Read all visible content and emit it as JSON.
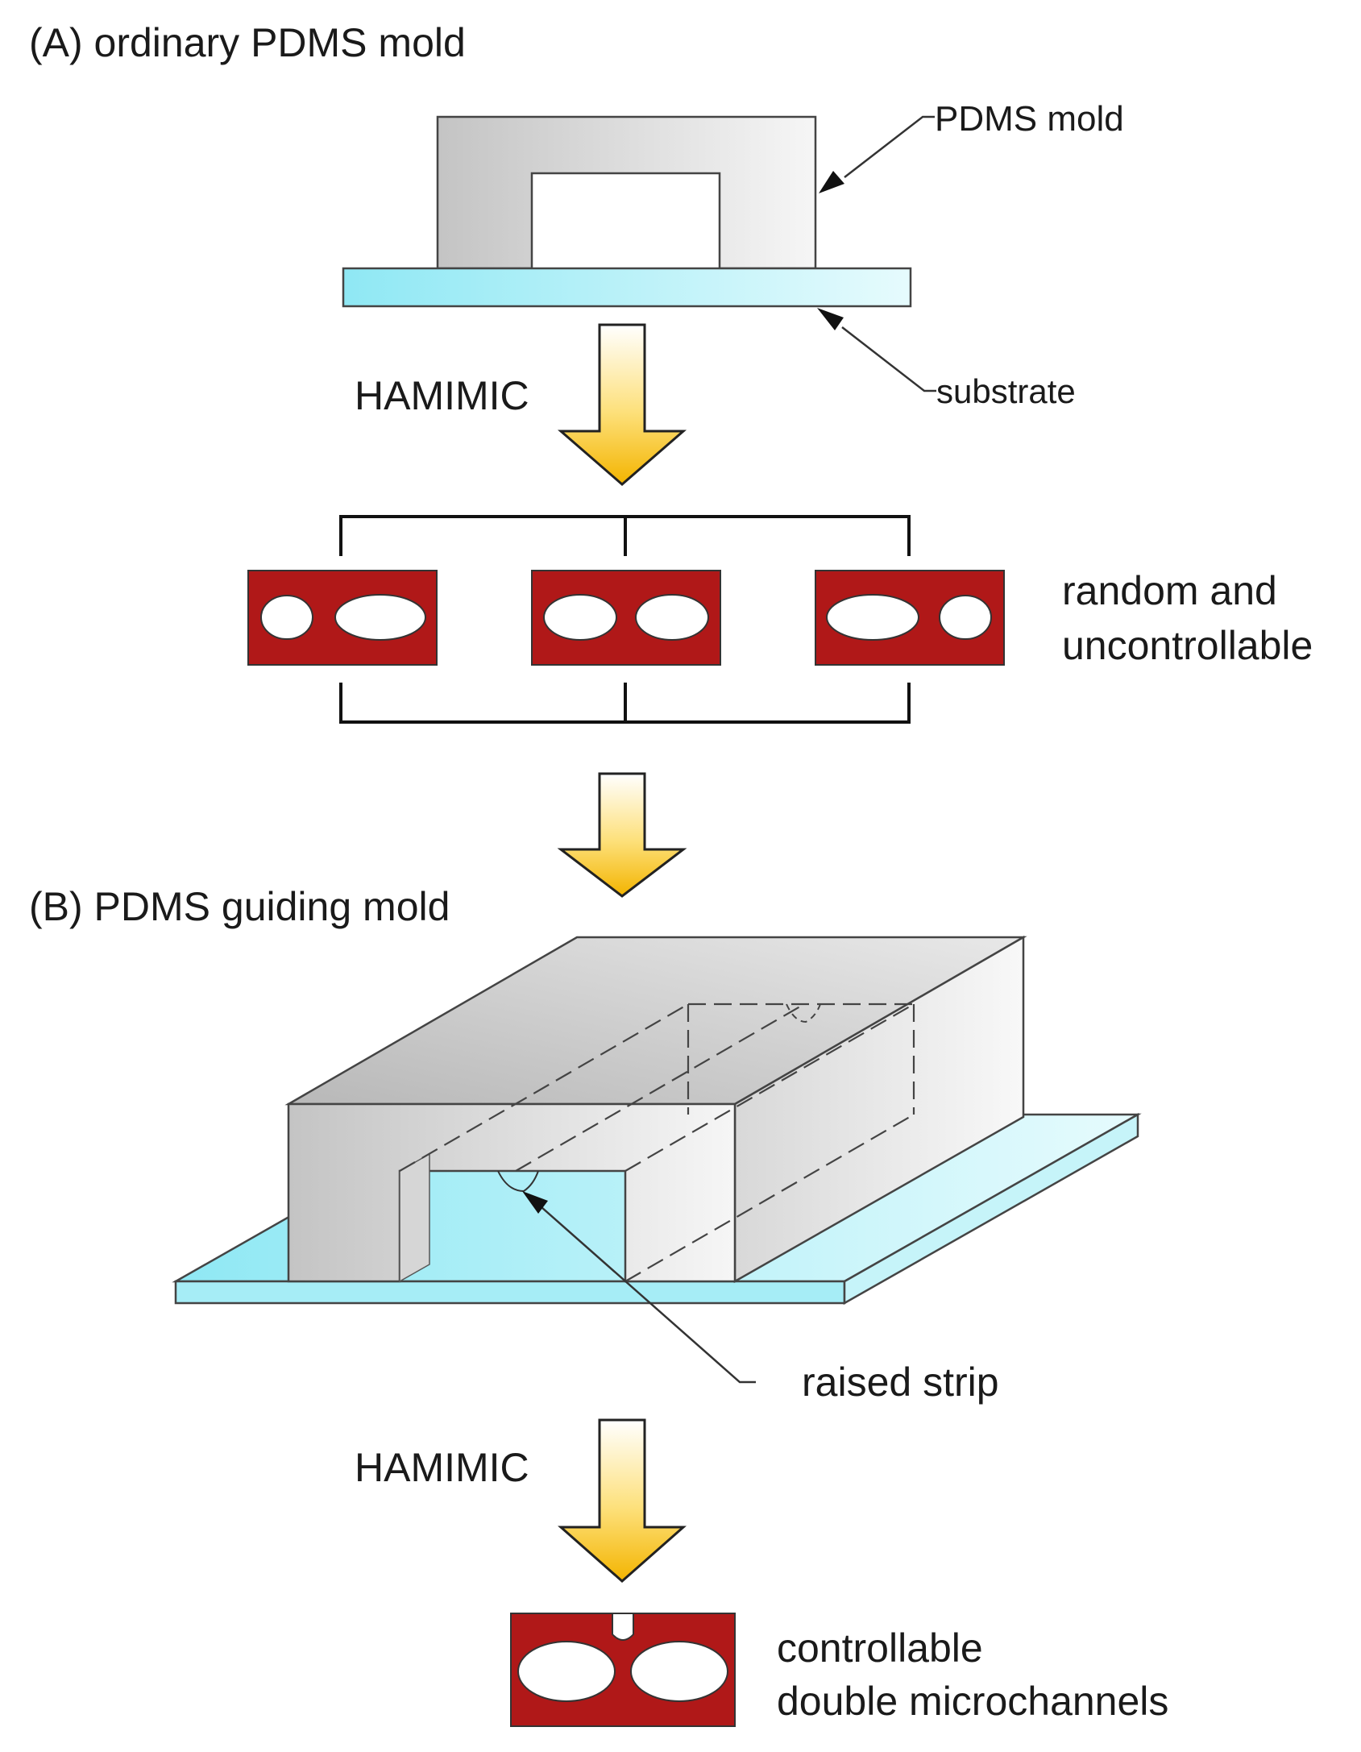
{
  "panel_a": {
    "title": "(A) ordinary PDMS mold",
    "mold_label": "PDMS mold",
    "substrate_label": "substrate",
    "step_label": "HAMIMIC",
    "outcome_line1": "random and",
    "outcome_line2": "uncontrollable"
  },
  "panel_b": {
    "title": "(B) PDMS guiding mold",
    "strip_label": "raised strip",
    "step_label": "HAMIMIC",
    "outcome_line1": "controllable",
    "outcome_line2": "double microchannels"
  },
  "colors": {
    "channel_red": "#b01818",
    "substrate_cyan": "#8fe8f4",
    "arrow_yellow": "#f8c010",
    "mold_gray": "#c8c8c8"
  }
}
